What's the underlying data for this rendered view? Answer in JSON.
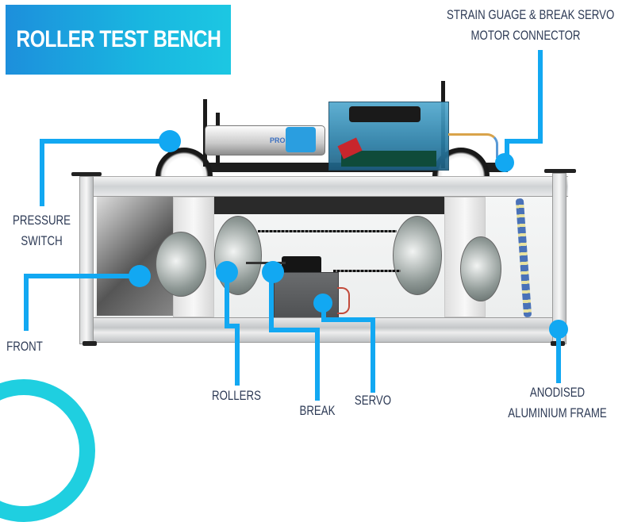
{
  "title": "ROLLER TEST BENCH",
  "colors": {
    "title_gradient_start": "#1d8fdc",
    "title_gradient_end": "#1cc7e2",
    "callout_line": "#12a8f2",
    "label_text": "#2d3a55",
    "decor_arc": "#1fcfe0"
  },
  "callouts": [
    {
      "id": "strain-gauge",
      "label_line1": "STRAIN GUAGE & BREAK SERVO",
      "label_line2": "MOTOR CONNECTOR"
    },
    {
      "id": "pressure-switch",
      "label_line1": "PRESSURE",
      "label_line2": "SWITCH"
    },
    {
      "id": "front",
      "label_line1": "FRONT"
    },
    {
      "id": "rollers",
      "label_line1": "ROLLERS"
    },
    {
      "id": "break",
      "label_line1": "BREAK"
    },
    {
      "id": "servo",
      "label_line1": "SERVO"
    },
    {
      "id": "frame",
      "label_line1": "ANODISED",
      "label_line2": "ALUMINIUM FRAME"
    }
  ],
  "photo": {
    "battery_brand": "PRO"
  }
}
